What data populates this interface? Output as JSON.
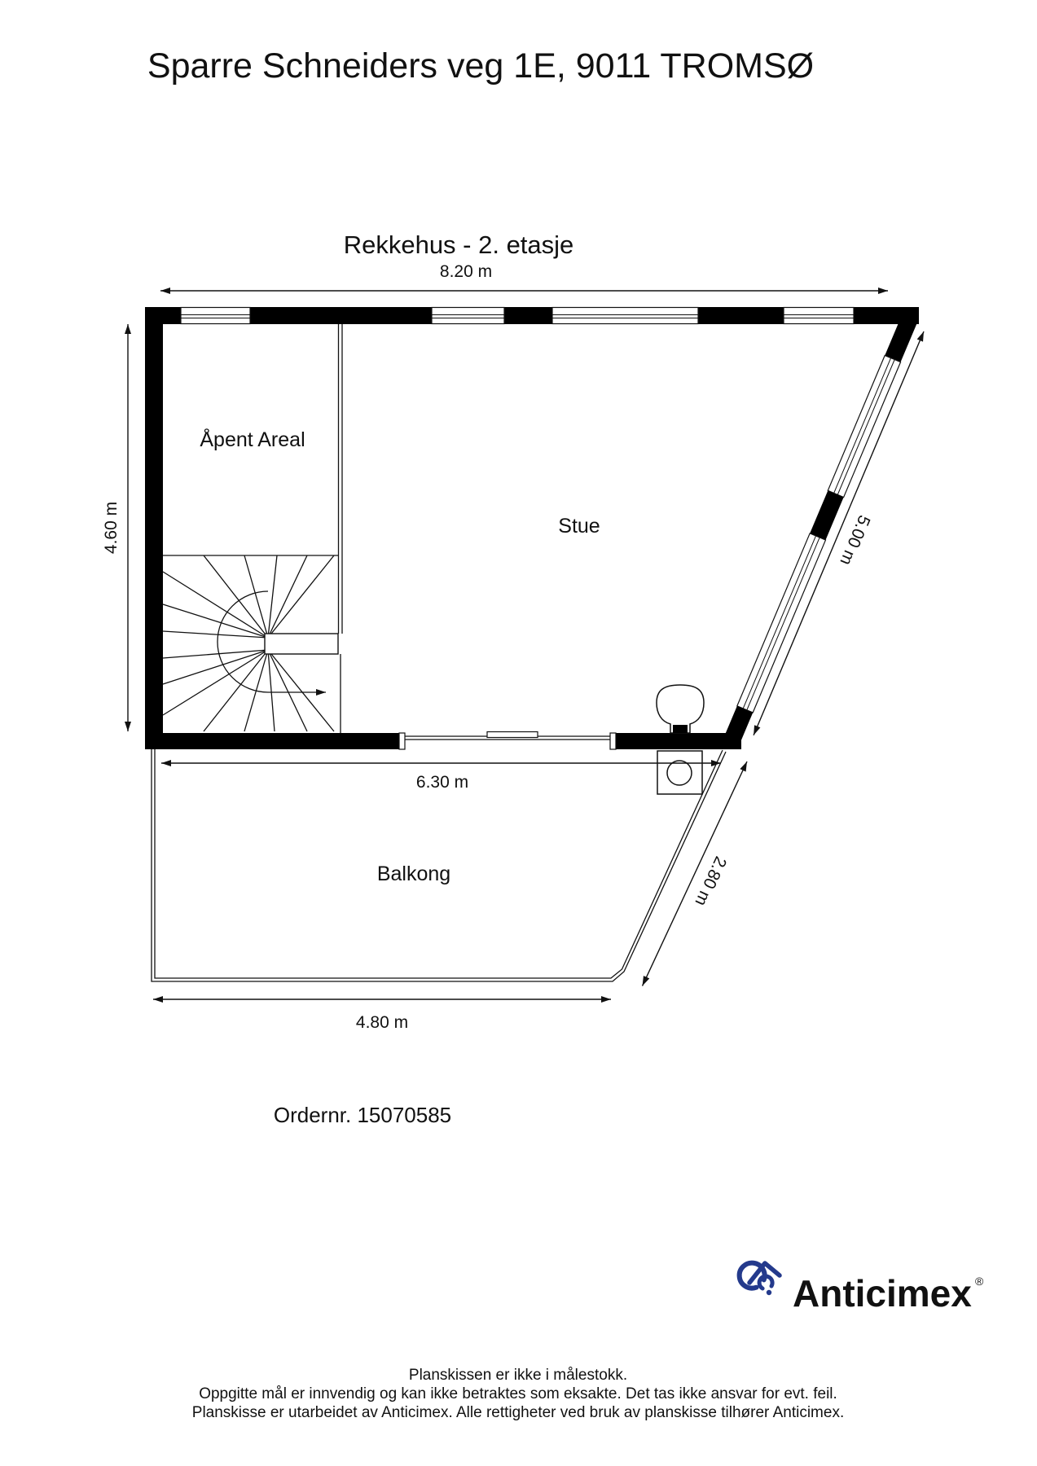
{
  "page": {
    "address_title": "Sparre Schneiders veg 1E, 9011 TROMSØ",
    "plan_title": "Rekkehus - 2. etasje",
    "order_number": "Ordernr. 15070585"
  },
  "rooms": [
    {
      "name": "Åpent Areal"
    },
    {
      "name": "Stue"
    },
    {
      "name": "Balkong"
    }
  ],
  "dimensions": {
    "top_width": "8.20 m",
    "left_height": "4.60 m",
    "diagonal_wall": "5.00 m",
    "balcony_width": "6.30 m",
    "balcony_diagonal": "2.80 m",
    "balcony_bottom": "4.80 m"
  },
  "branding": {
    "logo_text": "Anticimex",
    "registered_mark": "®",
    "logo_color": "#243A8C"
  },
  "footer": {
    "line1": "Planskissen er ikke i målestokk.",
    "line2": "Oppgitte mål er innvendig og kan ikke betraktes som eksakte. Det tas ikke ansvar for evt. feil.",
    "line3": "Planskisse er utarbeidet av Anticimex. Alle rettigheter ved bruk av planskisse tilhører Anticimex."
  }
}
